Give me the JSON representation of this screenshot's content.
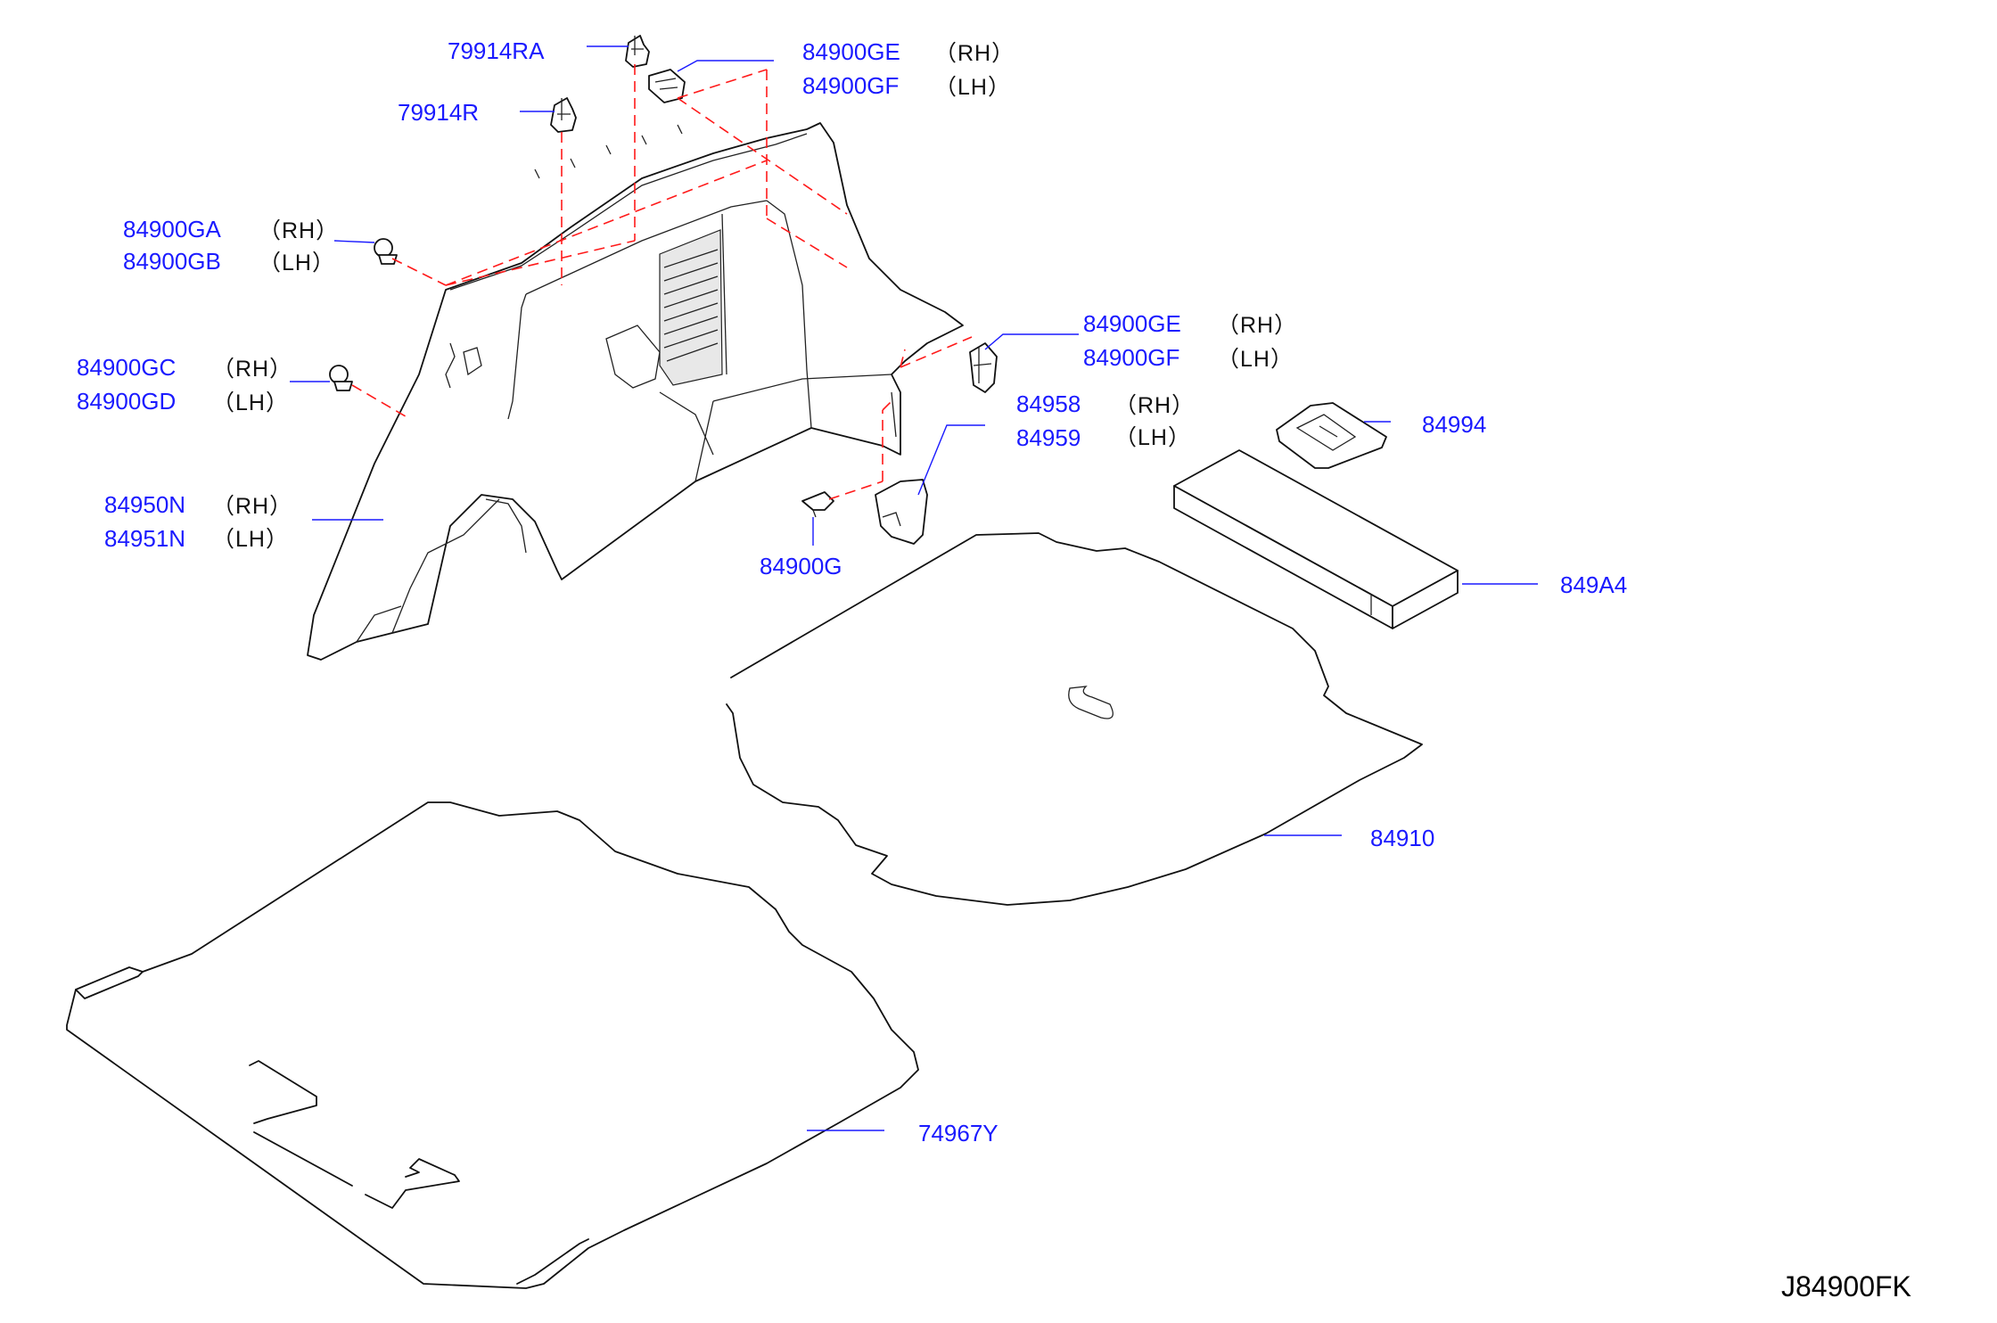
{
  "diagram_code": "J84900FK",
  "colors": {
    "part_number": "#1a1aff",
    "dash_line": "#ff1a1a",
    "outline": "#111111"
  },
  "callouts": {
    "c79914RA": {
      "part": "79914RA"
    },
    "c79914R": {
      "part": "79914R"
    },
    "c84900GE_top": {
      "part1": "84900GE",
      "side1": "（RH）",
      "part2": "84900GF",
      "side2": "（LH）"
    },
    "c84900GA": {
      "part1": "84900GA",
      "side1": "（RH）",
      "part2": "84900GB",
      "side2": "（LH）"
    },
    "c84900GC": {
      "part1": "84900GC",
      "side1": "（RH）",
      "part2": "84900GD",
      "side2": "（LH）"
    },
    "c84950N": {
      "part1": "84950N",
      "side1": "（RH）",
      "part2": "84951N",
      "side2": "（LH）"
    },
    "c84900GE_right": {
      "part1": "84900GE",
      "side1": "（RH）",
      "part2": "84900GF",
      "side2": "（LH）"
    },
    "c84958": {
      "part1": "84958",
      "side1": "（RH）",
      "part2": "84959",
      "side2": "（LH）"
    },
    "c84994": {
      "part": "84994"
    },
    "c84900G": {
      "part": "84900G"
    },
    "c849A4": {
      "part": "849A4"
    },
    "c84910": {
      "part": "84910"
    },
    "c74967Y": {
      "part": "74967Y"
    }
  }
}
